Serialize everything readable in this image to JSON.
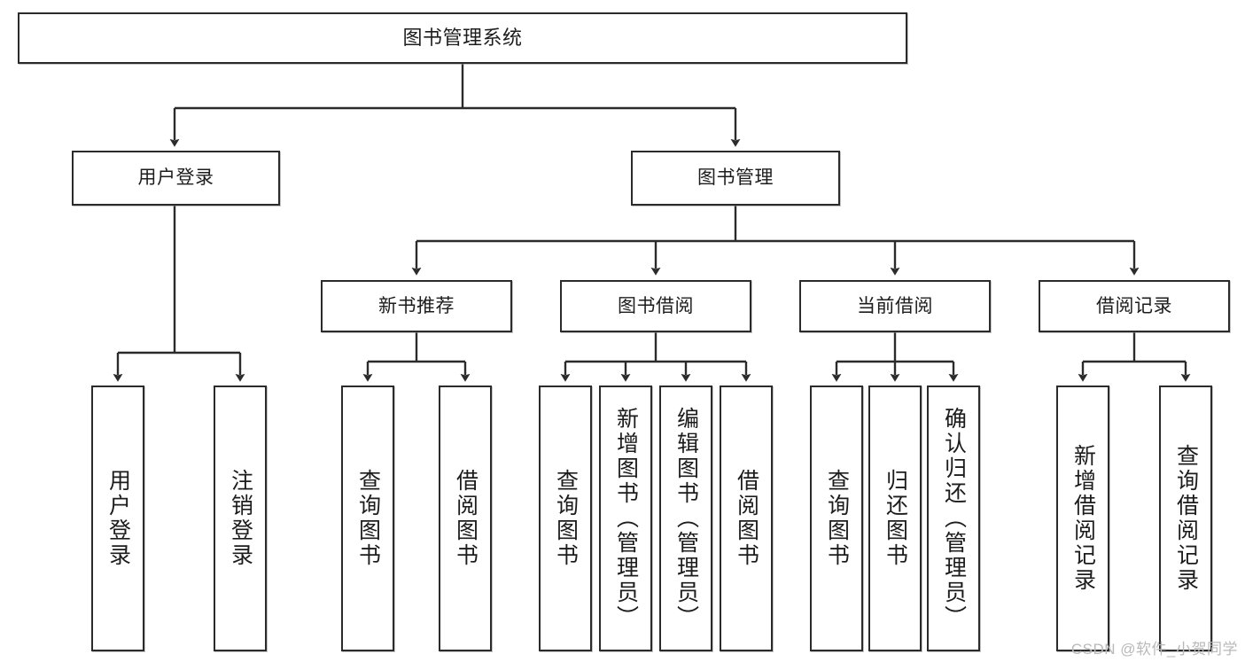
{
  "diagram": {
    "title": "图书管理系统",
    "type": "hierarchy-tree",
    "levels": 4,
    "root": {
      "id": "root",
      "label": "图书管理系统",
      "orientation": "horizontal"
    },
    "level2": [
      {
        "id": "user-login",
        "label": "用户登录",
        "orientation": "horizontal"
      },
      {
        "id": "book-management",
        "label": "图书管理",
        "orientation": "horizontal"
      }
    ],
    "level3": [
      {
        "id": "new-book-recommend",
        "label": "新书推荐",
        "orientation": "horizontal",
        "parent": "book-management"
      },
      {
        "id": "book-borrow",
        "label": "图书借阅",
        "orientation": "horizontal",
        "parent": "book-management"
      },
      {
        "id": "current-borrow",
        "label": "当前借阅",
        "orientation": "horizontal",
        "parent": "book-management"
      },
      {
        "id": "borrow-record",
        "label": "借阅记录",
        "orientation": "horizontal",
        "parent": "book-management"
      }
    ],
    "leaves": [
      {
        "id": "leaf-user-login",
        "label": "用户登录",
        "parent": "user-login"
      },
      {
        "id": "leaf-logout-login",
        "label": "注销登录",
        "parent": "user-login"
      },
      {
        "id": "leaf-query-book-1",
        "label": "查询图书",
        "parent": "new-book-recommend"
      },
      {
        "id": "leaf-borrow-book-1",
        "label": "借阅图书",
        "parent": "new-book-recommend"
      },
      {
        "id": "leaf-query-book-2",
        "label": "查询图书",
        "parent": "book-borrow"
      },
      {
        "id": "leaf-add-book",
        "label": "新增图书（管理员）",
        "parent": "book-borrow"
      },
      {
        "id": "leaf-edit-book",
        "label": "编辑图书（管理员）",
        "parent": "book-borrow"
      },
      {
        "id": "leaf-borrow-book-2",
        "label": "借阅图书",
        "parent": "book-borrow"
      },
      {
        "id": "leaf-query-book-3",
        "label": "查询图书",
        "parent": "current-borrow"
      },
      {
        "id": "leaf-return-book",
        "label": "归还图书",
        "parent": "current-borrow"
      },
      {
        "id": "leaf-confirm-return",
        "label": "确认归还（管理员）",
        "parent": "current-borrow"
      },
      {
        "id": "leaf-add-record",
        "label": "新增借阅记录",
        "parent": "borrow-record"
      },
      {
        "id": "leaf-query-record",
        "label": "查询借阅记录",
        "parent": "borrow-record"
      }
    ]
  },
  "watermark": {
    "text": "CSDN @软件_小贺同学"
  },
  "colors": {
    "stroke": "#2b2b2b",
    "fill": "#ffffff",
    "text": "#1c1c1c",
    "watermark": "#b9b9b9"
  }
}
